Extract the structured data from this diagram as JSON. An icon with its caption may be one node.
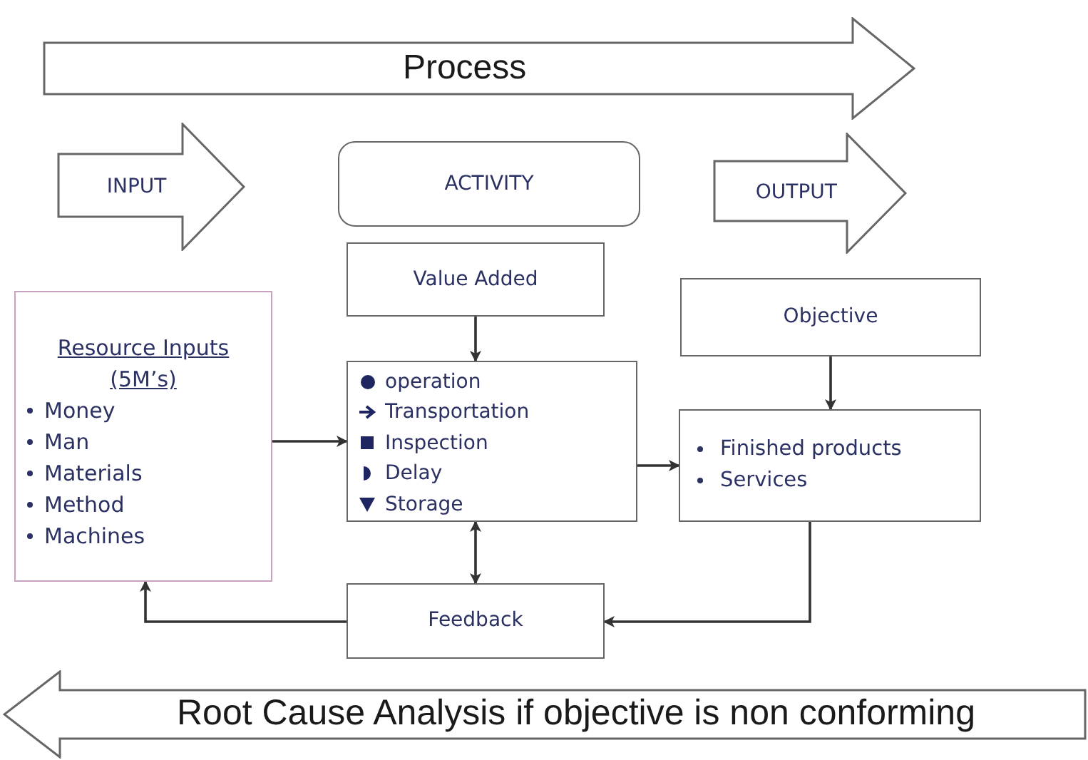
{
  "diagram": {
    "nodes": [
      {
        "text": [
          "Process"
        ]
      },
      {
        "text": [
          "INPUT"
        ]
      },
      {
        "text": [
          "ACTIVITY"
        ]
      },
      {
        "text": [
          "OUTPUT"
        ]
      },
      {
        "text": [
          "Value Added"
        ]
      },
      {
        "text": [
          "Resource Inputs (5M’s)",
          "Money",
          "Man",
          "Materials",
          "Method",
          "Machines"
        ]
      },
      {
        "text": [
          "operation",
          "Transportation",
          "Inspection",
          "Delay",
          "Storage"
        ]
      },
      {
        "text": [
          "Objective"
        ]
      },
      {
        "text": [
          "Finished products",
          "Services"
        ]
      },
      {
        "text": [
          "Feedback"
        ]
      },
      {
        "text": [
          "Root Cause Analysis if objective is non conforming"
        ]
      }
    ],
    "edges": [
      {
        "from": 4,
        "to": 6,
        "arrow": "to"
      },
      {
        "from": 5,
        "to": 6,
        "arrow": "to"
      },
      {
        "from": 6,
        "to": 8,
        "arrow": "to"
      },
      {
        "from": 7,
        "to": 8,
        "arrow": "to"
      },
      {
        "from": 6,
        "to": 9,
        "arrow": "both"
      },
      {
        "from": 8,
        "to": 9,
        "arrow": "to"
      },
      {
        "from": 9,
        "to": 5,
        "arrow": "to"
      }
    ]
  }
}
